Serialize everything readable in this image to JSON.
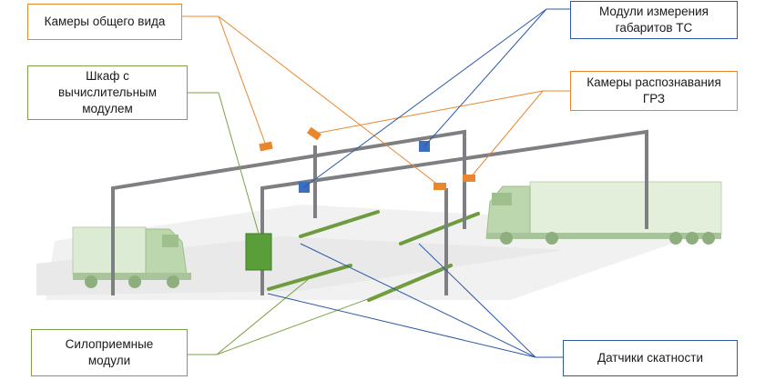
{
  "labels": {
    "overview_cameras": "Камеры общего вида",
    "dimension_modules": "Модули измерения\nгабаритов ТС",
    "compute_cabinet": "Шкаф с\nвычислительным\nмодулем",
    "plate_cameras": "Камеры распознавания\nГРЗ",
    "weigh_modules": "Силоприемные\nмодули",
    "axle_sensors": "Датчики скатности"
  },
  "colors": {
    "orange": "#e8872e",
    "blue": "#2d5aa6",
    "green": "#7aa346",
    "frame": "#7d7f82",
    "truck": "#c9dfbd"
  }
}
